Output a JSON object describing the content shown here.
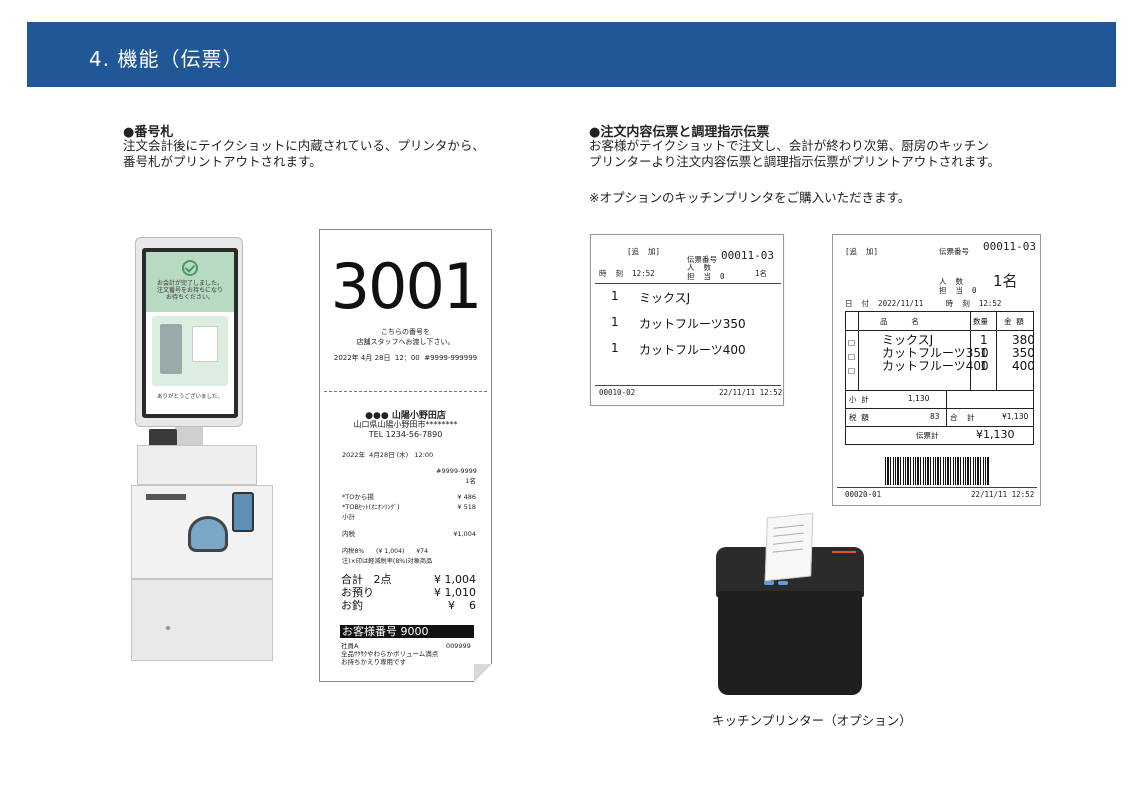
{
  "header": {
    "title": "4.  機能（伝票）"
  },
  "left_section": {
    "title": "●番号札",
    "description": "注文会計後にテイクショットに内蔵されている、プリンタから、\n番号札がプリントアウトされます。"
  },
  "right_section": {
    "title": "●注文内容伝票と調理指示伝票",
    "description": "お客様がテイクショットで注文し、会計が終わり次第、厨房のキッチン\nプリンターより注文内容伝票と調理指示伝票がプリントアウトされます。",
    "note": "※オプションのキッチンプリンタをご購入いただきます。"
  },
  "kiosk": {
    "screen_message": "お会計が完了しました。\n注文番号をお持ちになり\nお待ちください。",
    "screen_thanks": "ありがとうございました。"
  },
  "ticket": {
    "number": "3001",
    "message": "こちらの番号を\n店舗スタッフへお渡し下さい。",
    "datetime": "2022年 4月 28日  12：00  #9999-999999",
    "store_name": "●●●  山陽小野田店",
    "store_address": "山口県山陽小野田市********",
    "store_tel": "TEL 1234-56-7890",
    "receipt_date": "2022年  4月28日 (木)   12:00",
    "receipt_id": "#9999-9999\n1名",
    "items": "*TOから揚\n*TOBｾｯﾄ(ｵﾆｵﾝﾘﾝｸﾞ)\n小計",
    "item_prices": "¥ 486\n¥ 518",
    "tax_in_label": "内税",
    "tax_in_value": "¥1,004",
    "tax_detail": "内税8%      (¥ 1,004)      ¥74\n注)×印は軽減税率(8%)対象商品",
    "totals_labels": "合計   2点\nお預り\nお釣",
    "totals_values": "¥ 1,004\n¥ 1,010\n¥    6",
    "customer_number": "お客様番号  9000",
    "staff_line": "社員A",
    "staff_code": "009999",
    "footer": "全品ｻｸｻｸやわらかボリューム満点\nお持ちかえり専用です"
  },
  "order_slip": {
    "tag": "[追  加]",
    "slip_no_label": "伝票番号",
    "slip_no": "00011-03",
    "time": "時  刻  12:52",
    "people": "人  数\n担  当  0",
    "people_count": "1名",
    "items": [
      {
        "qty": "1",
        "name": "ミックスJ"
      },
      {
        "qty": "1",
        "name": "カットフルーツ350"
      },
      {
        "qty": "1",
        "name": "カットフルーツ400"
      }
    ],
    "footer_left": "00010-02",
    "footer_right": "22/11/11 12:52"
  },
  "cooking_slip": {
    "tag": "[追  加]",
    "slip_no_label": "伝票番号",
    "slip_no": "00011-03",
    "people_label": "人  数\n担  当  0",
    "people_count": "1名",
    "date_line": "日  付  2022/11/11     時  刻  12:52",
    "col_item": "品          名",
    "col_qty": "数量",
    "col_amount": "金  額",
    "item_names": "ミックスJ\nカットフルーツ350\nカットフルーツ400",
    "item_qtys": "1\n1\n1",
    "item_prices": "380\n350\n400",
    "subtotal_label": "小  計",
    "subtotal": "1,130",
    "tax_label": "税  額",
    "tax": "83",
    "total_label": "合    計",
    "total": "¥1,130",
    "slip_total_label": "伝票計",
    "slip_total": "¥1,130",
    "footer_left": "00020-01",
    "footer_right": "22/11/11 12:52"
  },
  "printer": {
    "caption": "キッチンプリンター（オプション）"
  }
}
